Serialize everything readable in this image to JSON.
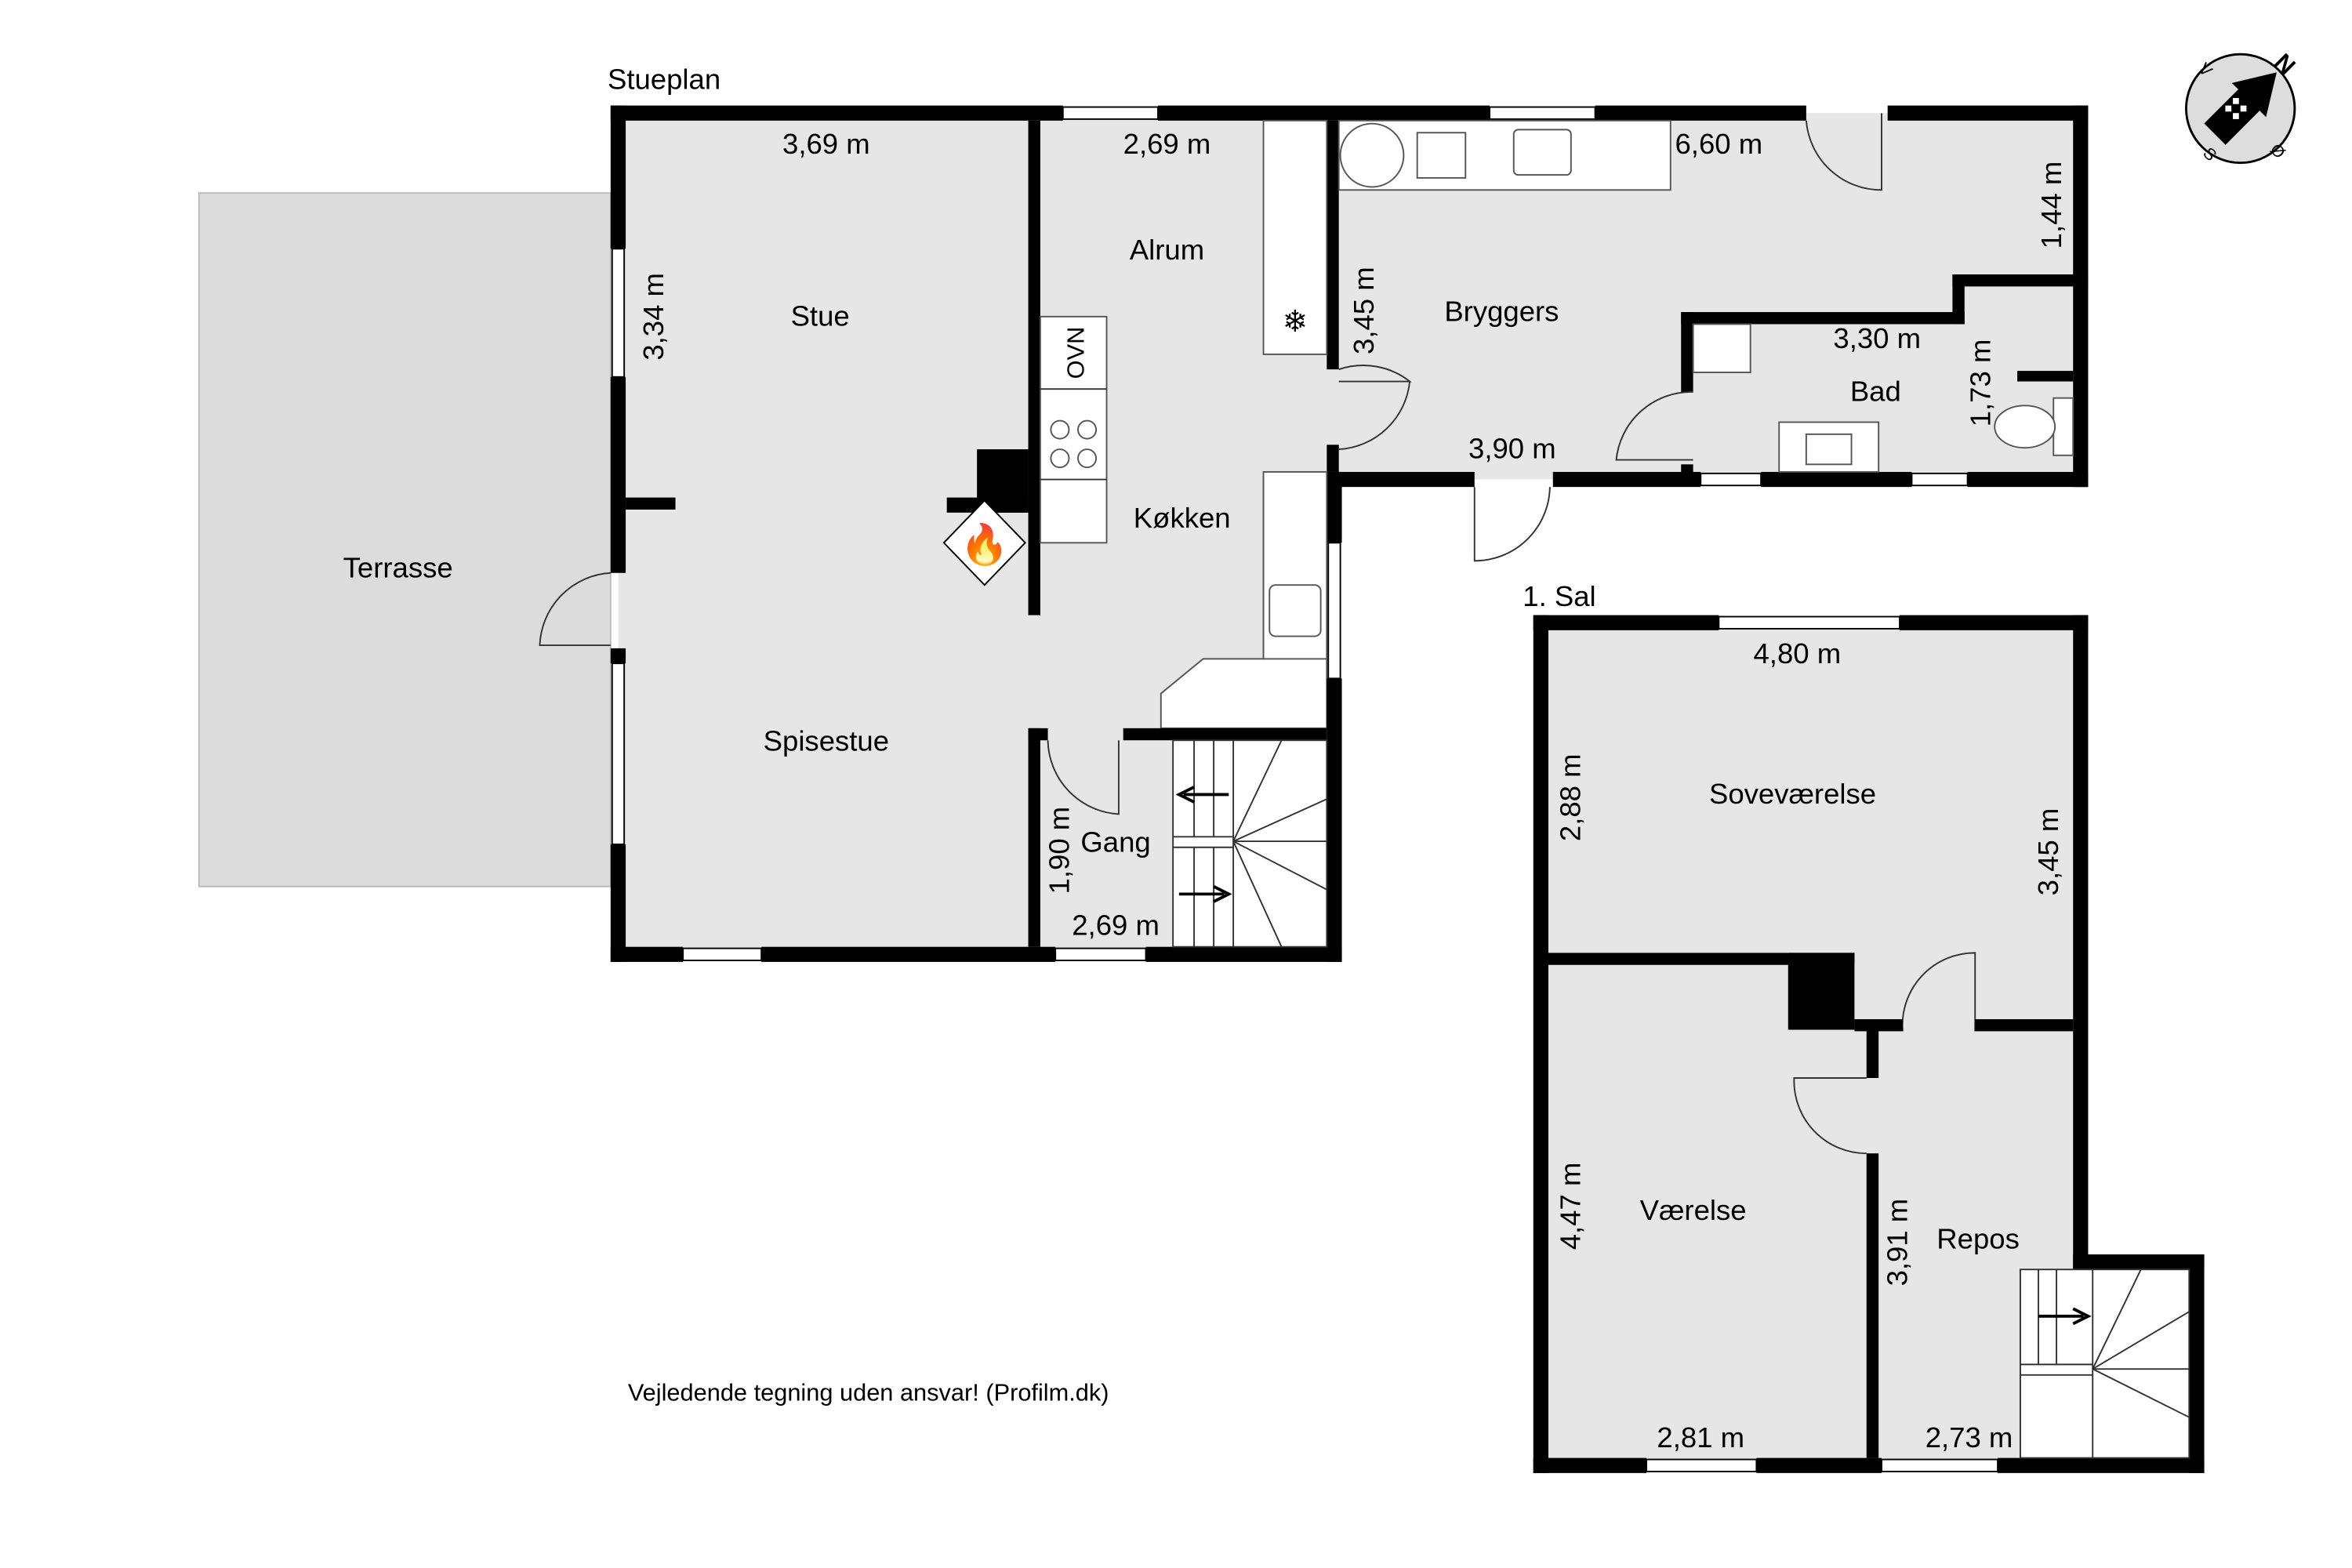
{
  "floors": {
    "ground": {
      "title": "Stueplan",
      "rooms": {
        "terrasse": "Terrasse",
        "stue": "Stue",
        "spisestue": "Spisestue",
        "alrum": "Alrum",
        "kokken": "Køkken",
        "bryggers": "Bryggers",
        "bad": "Bad",
        "gang": "Gang"
      },
      "dimensions": {
        "stue_width": "3,69 m",
        "stue_height": "3,34 m",
        "alrum_width": "2,69 m",
        "alrum_height": "3,45 m",
        "bryggers_width": "6,60 m",
        "bryggers_height": "1,44 m",
        "bryggers_bottom": "3,90 m",
        "bad_width": "3,30 m",
        "bad_height": "1,73 m",
        "gang_height": "1,90 m",
        "gang_width": "2,69 m"
      },
      "appliance_oven": "OVN"
    },
    "upper": {
      "title": "1. Sal",
      "rooms": {
        "sovevaerelse": "Soveværelse",
        "vaerelse": "Værelse",
        "repos": "Repos"
      },
      "dimensions": {
        "sove_width": "4,80 m",
        "sove_left": "2,88 m",
        "sove_right": "3,45 m",
        "vaerelse_height": "4,47 m",
        "vaerelse_width": "2,81 m",
        "repos_height": "3,91 m",
        "repos_width": "2,73 m"
      }
    }
  },
  "compass": {
    "n": "N",
    "s": "S",
    "o": "Ø",
    "v": "V"
  },
  "disclaimer": "Vejledende tegning uden ansvar! (Profilm.dk)",
  "colors": {
    "floor": "#e6e6e6",
    "wall": "#000000"
  }
}
